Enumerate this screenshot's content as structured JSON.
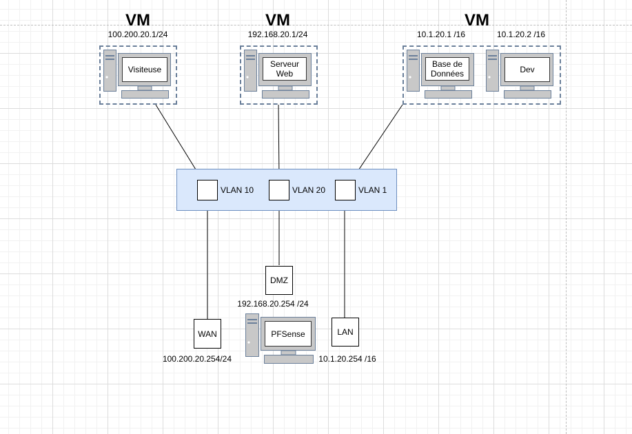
{
  "vm_groups": [
    {
      "title": "VM"
    },
    {
      "title": "VM"
    },
    {
      "title": "VM"
    }
  ],
  "hosts": [
    {
      "name": "Visiteuse",
      "ip": "100.200.20.1/24"
    },
    {
      "name": "Serveur Web",
      "ip": "192.168.20.1/24"
    },
    {
      "name": "Base de Données",
      "ip": "10.1.20.1 /16"
    },
    {
      "name": "Dev",
      "ip": "10.1.20.2 /16"
    }
  ],
  "vlans": [
    {
      "label": "VLAN 10"
    },
    {
      "label": "VLAN 20"
    },
    {
      "label": "VLAN 1"
    }
  ],
  "firewall": {
    "name": "PFSense",
    "interfaces": [
      {
        "name": "WAN",
        "ip": "100.200.20.254/24"
      },
      {
        "name": "DMZ",
        "ip": "192.168.20.254 /24"
      },
      {
        "name": "LAN",
        "ip": "10.1.20.254 /16"
      }
    ]
  },
  "colors": {
    "vlan_fill": "#dae8fc",
    "vlan_stroke": "#6c8ebf",
    "pc_body": "#c8c8c8",
    "pc_frame": "#6a7f9a",
    "group_border": "#6a7f9a"
  }
}
